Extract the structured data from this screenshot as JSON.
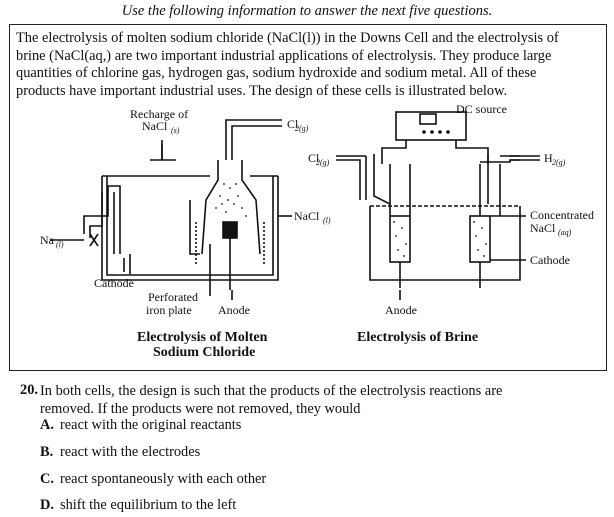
{
  "header": "Use the following information to answer the next five questions.",
  "passage": {
    "lines": [
      "The electrolysis of molten sodium chloride (NaCl(l)) in the Downs Cell and the electrolysis of",
      "brine (NaCl(aq,) are two important industrial applications of electrolysis.  They produce large",
      "quantities of chlorine gas, hydrogen gas, sodium hydroxide and sodium metal.  All of these",
      "products have important industrial uses.  The design of these cells is illustrated below."
    ]
  },
  "diagram": {
    "downs_cell": {
      "recharge_label_1": "Recharge of",
      "recharge_label_2": "NaCl",
      "recharge_sub": "(s)",
      "cl2_label": "Cl",
      "cl2_sub": "2(g)",
      "nacl_label": "NaCl",
      "nacl_sub": "(l)",
      "na_label": "Na",
      "na_sub": "(l)",
      "cathode_label": "Cathode",
      "perforated_1": "Perforated",
      "perforated_2": "iron plate",
      "anode_label": "Anode",
      "caption_1": "Electrolysis of Molten",
      "caption_2": "Sodium Chloride"
    },
    "brine_cell": {
      "dc_label": "DC source",
      "cl2_label": "Cl",
      "cl2_sub": "2(g)",
      "h2_label": "H",
      "h2_sub": "2(g)",
      "conc_1": "Concentrated",
      "conc_2": "NaCl",
      "conc_sub": "(aq)",
      "cathode_label": "Cathode",
      "anode_label": "Anode",
      "caption": "Electrolysis of Brine"
    }
  },
  "question": {
    "number": "20.",
    "text_line1": "In both cells, the design is such that the products of the electrolysis reactions are",
    "text_line2": "removed.  If the products were not removed, they would",
    "choices": [
      {
        "letter": "A.",
        "text": "react with the original reactants"
      },
      {
        "letter": "B.",
        "text": "react with the electrodes"
      },
      {
        "letter": "C.",
        "text": "react spontaneously with each other"
      },
      {
        "letter": "D.",
        "text": "shift the equilibrium to the left"
      }
    ]
  }
}
